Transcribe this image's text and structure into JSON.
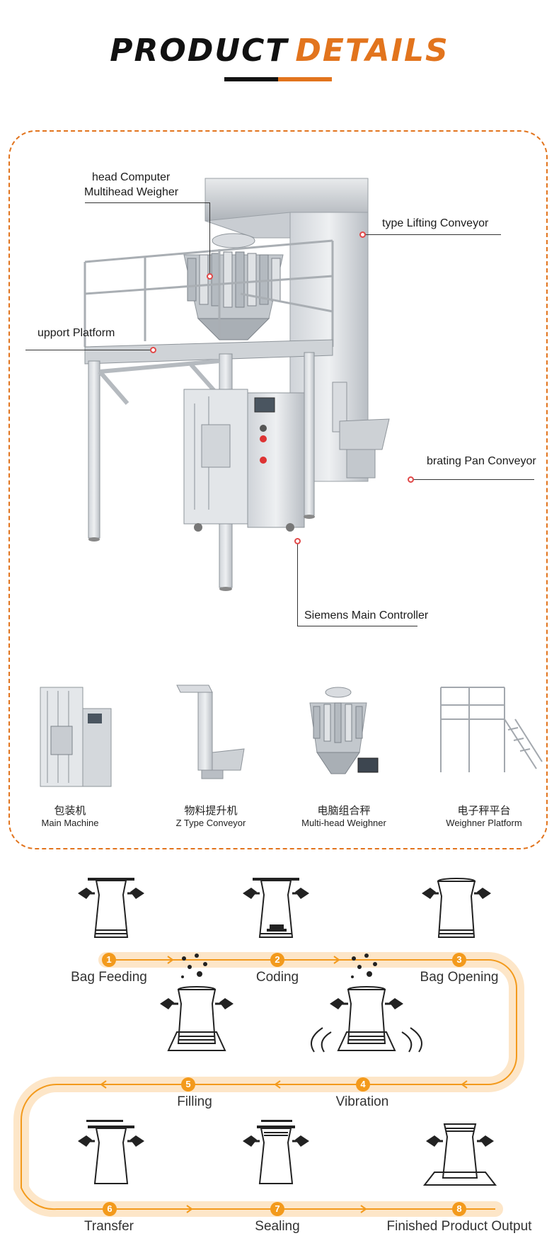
{
  "header": {
    "title_part1": "PRODUCT",
    "title_part2": "DETAILS"
  },
  "callouts": {
    "multihead_line1": "head Computer",
    "multihead_line2": "Multihead Weigher",
    "lifting_conveyor": "type Lifting Conveyor",
    "support_platform": "upport Platform",
    "vibrating_conveyor": "brating Pan Conveyor",
    "main_controller": "Siemens Main Controller"
  },
  "components": [
    {
      "zh": "包装机",
      "en": "Main Machine"
    },
    {
      "zh": "物料提升机",
      "en": "Z Type Conveyor"
    },
    {
      "zh": "电脑组合秤",
      "en": "Multi-head Weighner"
    },
    {
      "zh": "电子秤平台",
      "en": "Weighner Platform"
    }
  ],
  "process": {
    "steps": [
      {
        "num": "1",
        "label": "Bag Feeding"
      },
      {
        "num": "2",
        "label": "Coding"
      },
      {
        "num": "3",
        "label": "Bag Opening"
      },
      {
        "num": "4",
        "label": "Vibration"
      },
      {
        "num": "5",
        "label": "Filling"
      },
      {
        "num": "6",
        "label": "Transfer"
      },
      {
        "num": "7",
        "label": "Sealing"
      },
      {
        "num": "8",
        "label": "Finished Product Output"
      }
    ]
  },
  "colors": {
    "accent": "#e2741d",
    "path": "#f39a1c",
    "path_glow": "#fde6c8",
    "callout_dot": "#e14848"
  }
}
